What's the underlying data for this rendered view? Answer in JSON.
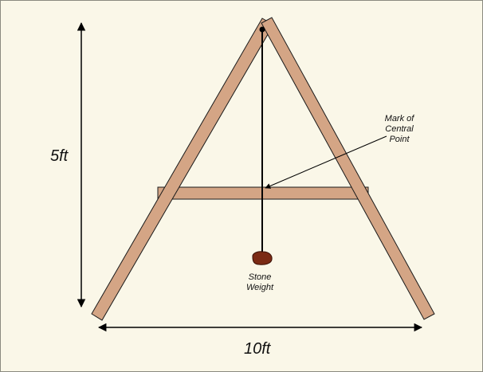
{
  "labels": {
    "height": "5ft",
    "width": "10ft",
    "mark_line1": "Mark of",
    "mark_line2": "Central",
    "mark_line3": "Point",
    "stone_line1": "Stone",
    "stone_line2": "Weight"
  },
  "colors": {
    "background": "#faf7e8",
    "wood": "#d4a585",
    "wood_outline": "#1a1a1a",
    "stone": "#7b2a14",
    "line": "#000000"
  }
}
